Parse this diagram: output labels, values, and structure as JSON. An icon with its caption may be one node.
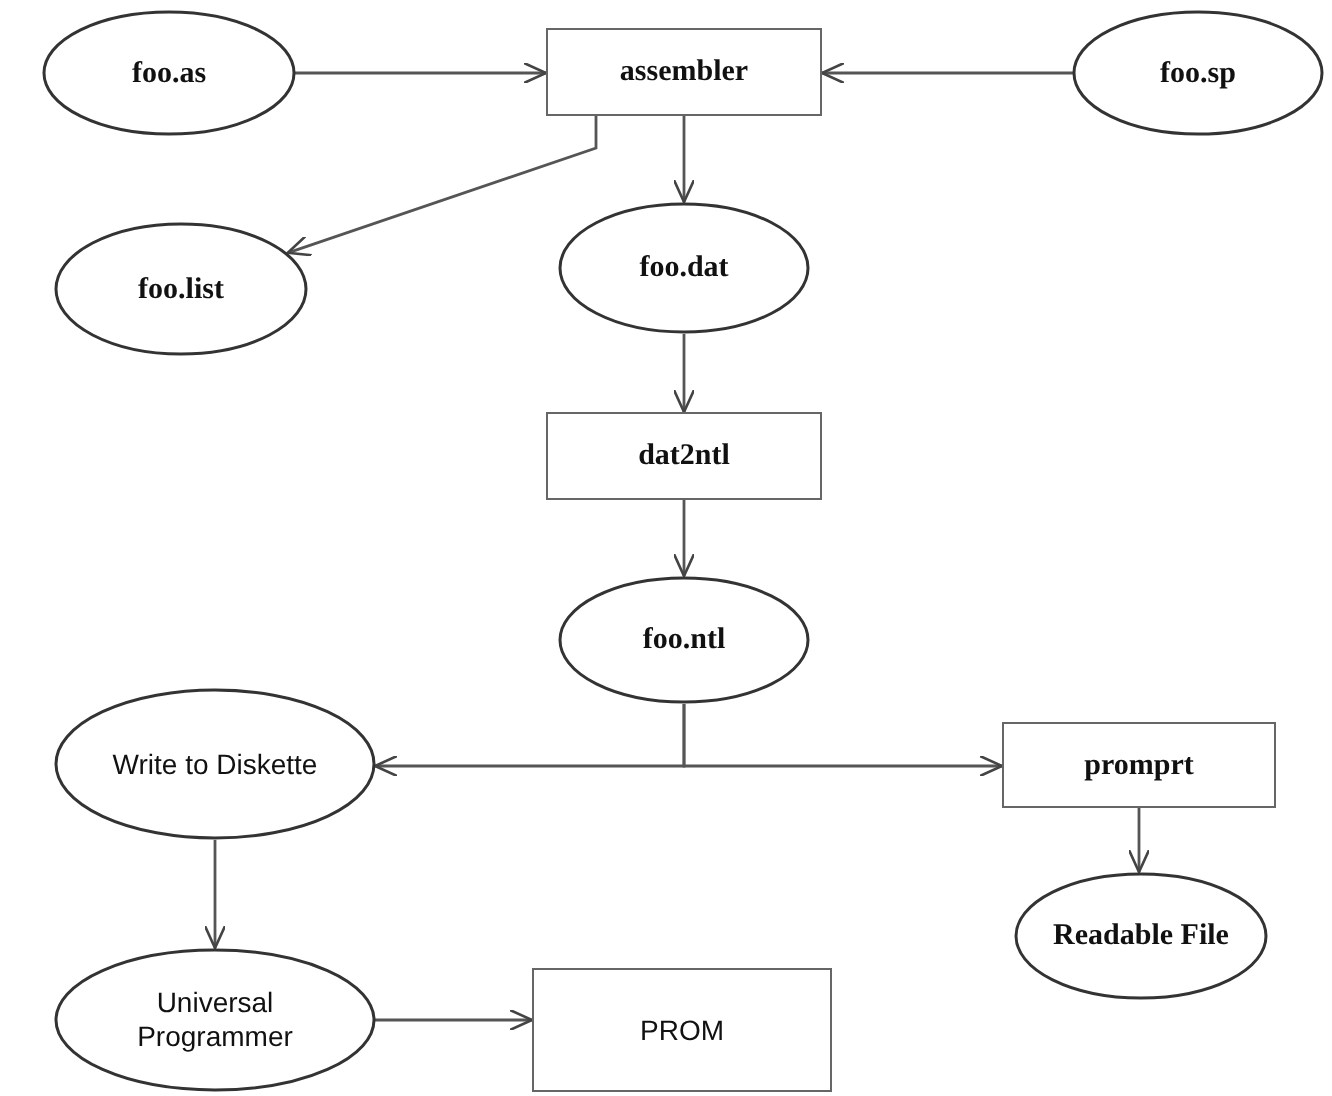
{
  "diagram": {
    "nodes": [
      {
        "text": [
          "foo.as"
        ]
      },
      {
        "text": [
          "assembler"
        ]
      },
      {
        "text": [
          "foo.sp"
        ]
      },
      {
        "text": [
          "foo.list"
        ]
      },
      {
        "text": [
          "foo.dat"
        ]
      },
      {
        "text": [
          "dat2ntl"
        ]
      },
      {
        "text": [
          "foo.ntl"
        ]
      },
      {
        "text": [
          "Write to Diskette"
        ]
      },
      {
        "text": [
          "promprt"
        ]
      },
      {
        "text": [
          "Readable File"
        ]
      },
      {
        "text": [
          "Universal Programmer"
        ]
      },
      {
        "text": [
          "PROM"
        ]
      }
    ],
    "edges": [
      {
        "from": 0,
        "to": 1,
        "arrow": "to"
      },
      {
        "from": 2,
        "to": 1,
        "arrow": "to"
      },
      {
        "from": 1,
        "to": 3,
        "arrow": "to"
      },
      {
        "from": 1,
        "to": 4,
        "arrow": "to"
      },
      {
        "from": 4,
        "to": 5,
        "arrow": "to"
      },
      {
        "from": 5,
        "to": 6,
        "arrow": "to"
      },
      {
        "from": 6,
        "to": 7,
        "arrow": "to"
      },
      {
        "from": 6,
        "to": 8,
        "arrow": "to"
      },
      {
        "from": 8,
        "to": 9,
        "arrow": "to"
      },
      {
        "from": 7,
        "to": 10,
        "arrow": "to"
      },
      {
        "from": 10,
        "to": 11,
        "arrow": "to"
      }
    ]
  }
}
